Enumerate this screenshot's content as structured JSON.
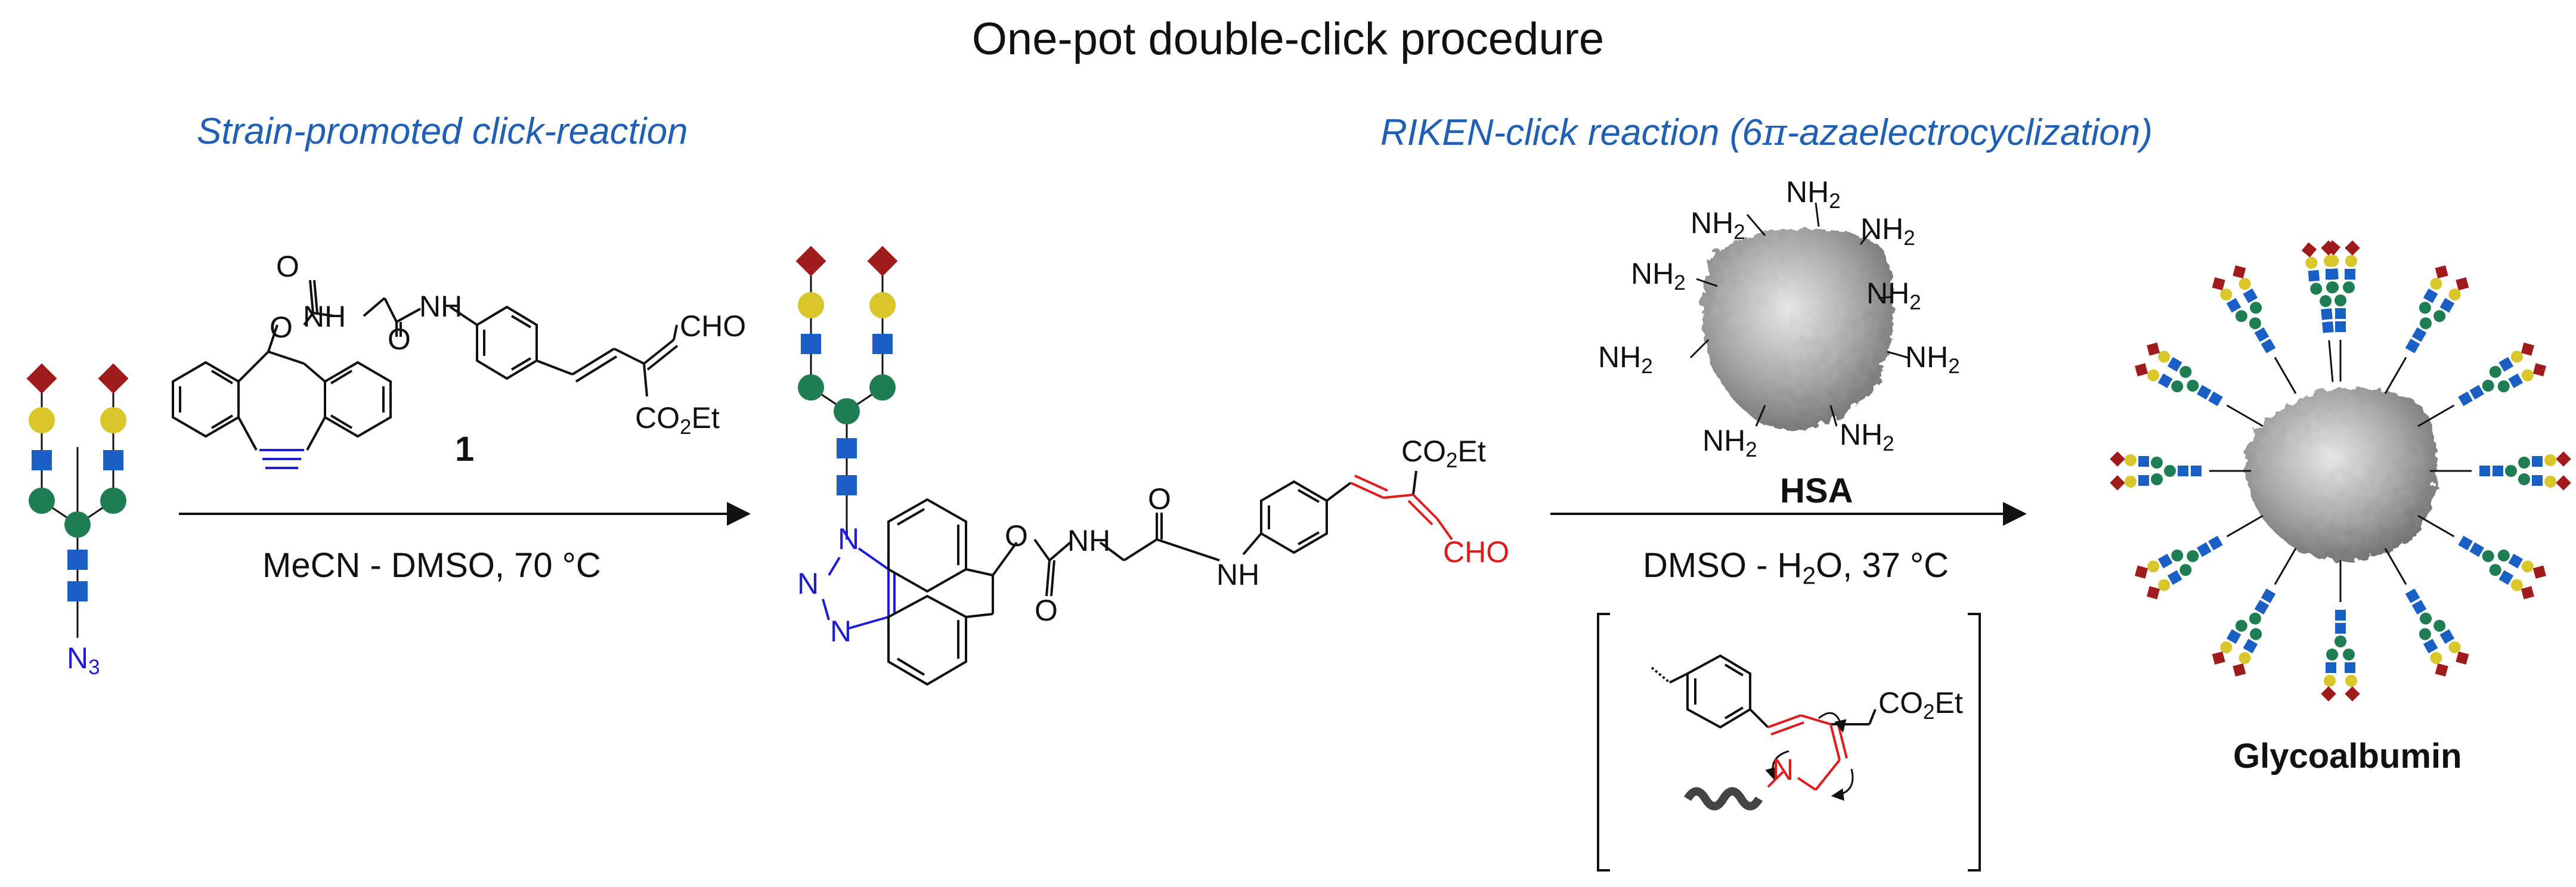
{
  "title": "One-pot double-click procedure",
  "step1": {
    "heading": "Strain-promoted click-reaction",
    "reagent_label": "1",
    "conditions": "MeCN - DMSO,  70 °C"
  },
  "step2": {
    "heading_main": "RIKEN-click reaction  (6",
    "heading_pi": "π",
    "heading_tail": "-azaelectrocyclization)",
    "protein_label": "HSA",
    "conditions": "DMSO - H2O, 37 °C"
  },
  "product_label": "Glycoalbumin",
  "atom_labels": {
    "o": "O",
    "nh": "NH",
    "n": "N",
    "cho": "CHO",
    "co2et_a": "CO",
    "co2et_b": "2",
    "co2et_c": "Et",
    "n3_a": "N",
    "n3_b": "3",
    "nh2_a": "NH",
    "nh2_b": "2"
  },
  "colors": {
    "sialic_acid": "#a01c1c",
    "galactose": "#d8c62a",
    "glcnac": "#1a5fc4",
    "mannose": "#1e7d53",
    "azide_triazole": "#1d1dd6",
    "new_bond": "#e01b1b",
    "heading": "#1f5fb4",
    "protein": "#9a9a9a"
  }
}
